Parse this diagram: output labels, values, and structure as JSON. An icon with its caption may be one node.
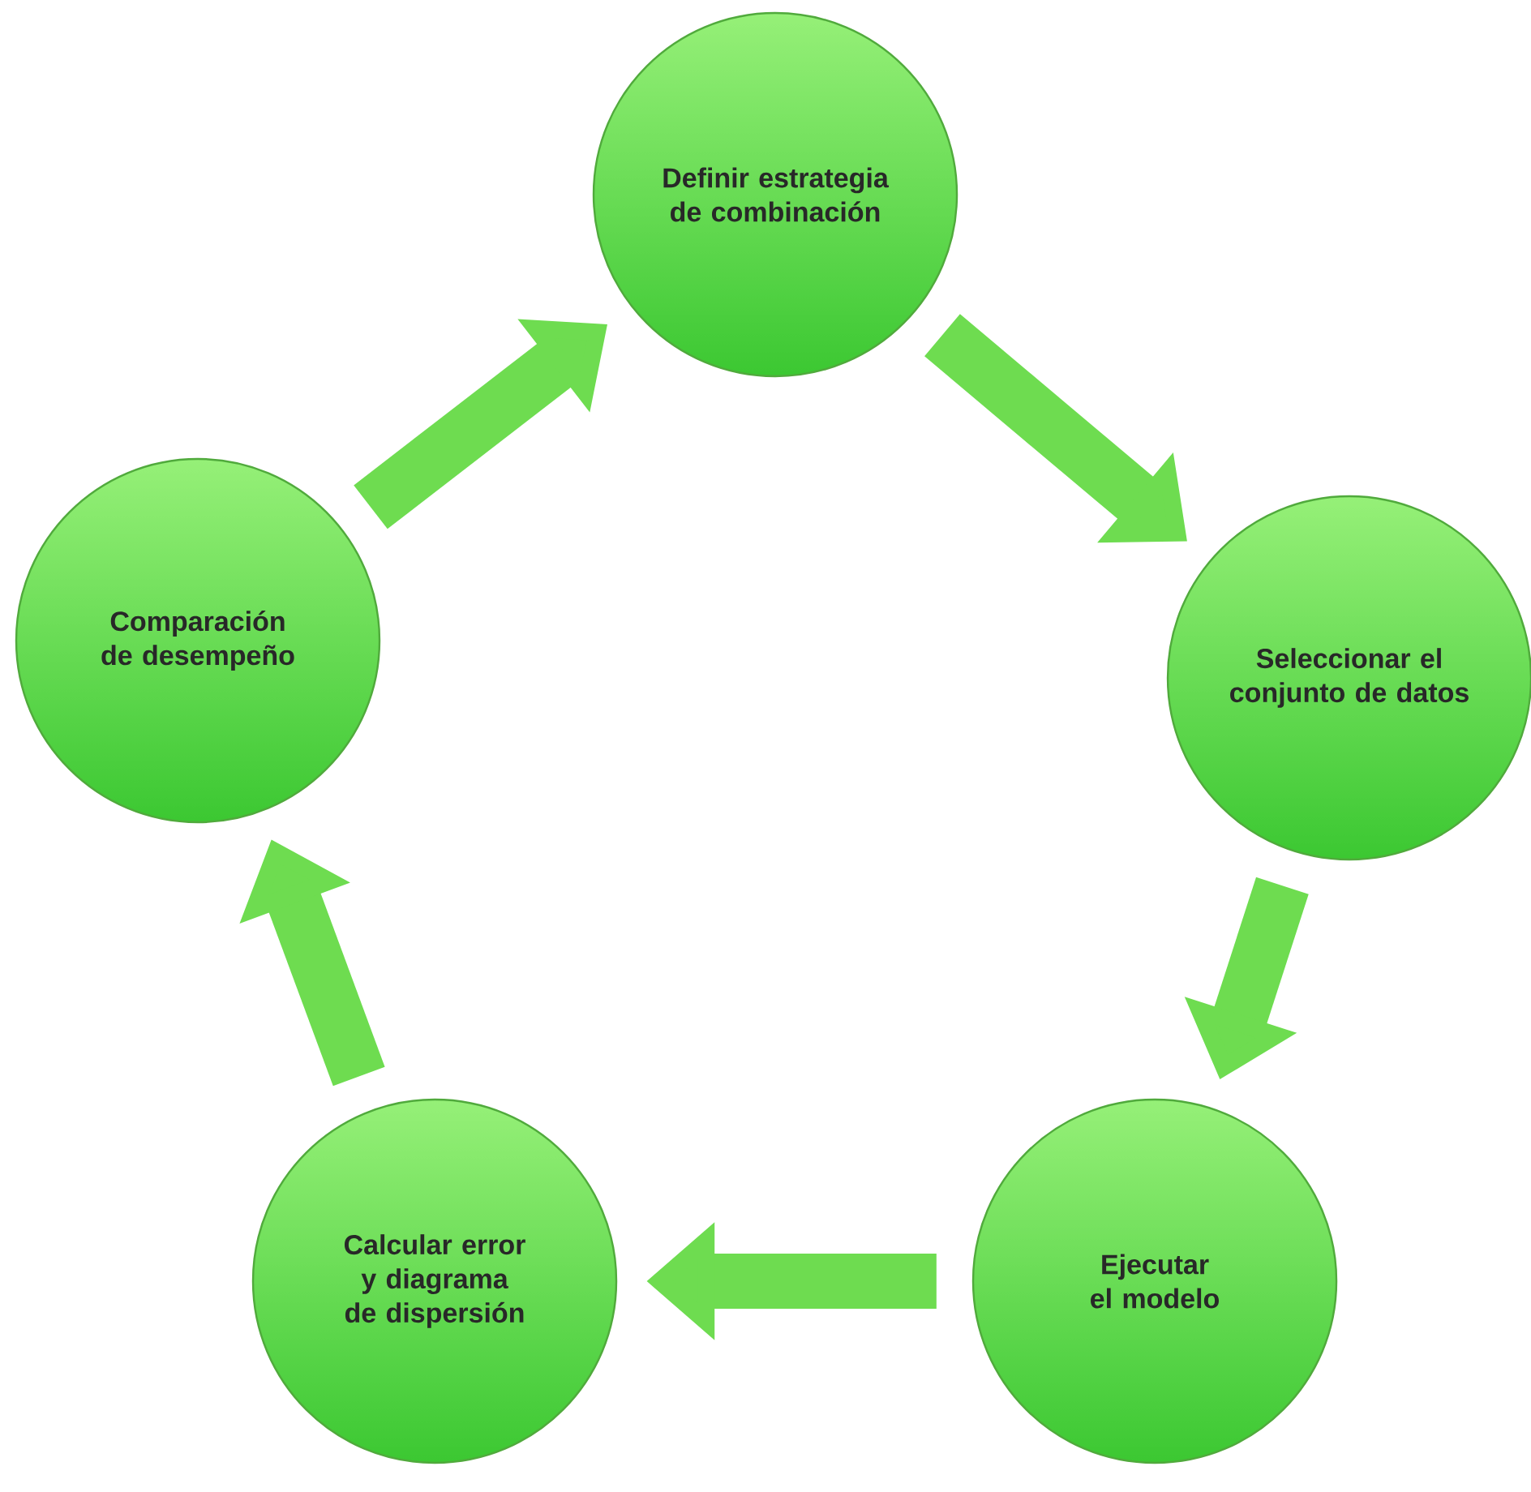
{
  "diagram": {
    "nodes": [
      {
        "text": [
          "Definir estrategia de combinación"
        ]
      },
      {
        "text": [
          "Seleccionar el conjunto de datos"
        ]
      },
      {
        "text": [
          "Ejecutar el modelo"
        ]
      },
      {
        "text": [
          "Calcular error y diagrama de dispersión"
        ]
      },
      {
        "text": [
          "Comparación de desempeño"
        ]
      }
    ],
    "edges": [
      {
        "from": 0,
        "to": 1,
        "arrow": "to"
      },
      {
        "from": 1,
        "to": 2,
        "arrow": "to"
      },
      {
        "from": 2,
        "to": 3,
        "arrow": "to"
      },
      {
        "from": 3,
        "to": 4,
        "arrow": "to"
      },
      {
        "from": 4,
        "to": 0,
        "arrow": "to"
      }
    ]
  }
}
